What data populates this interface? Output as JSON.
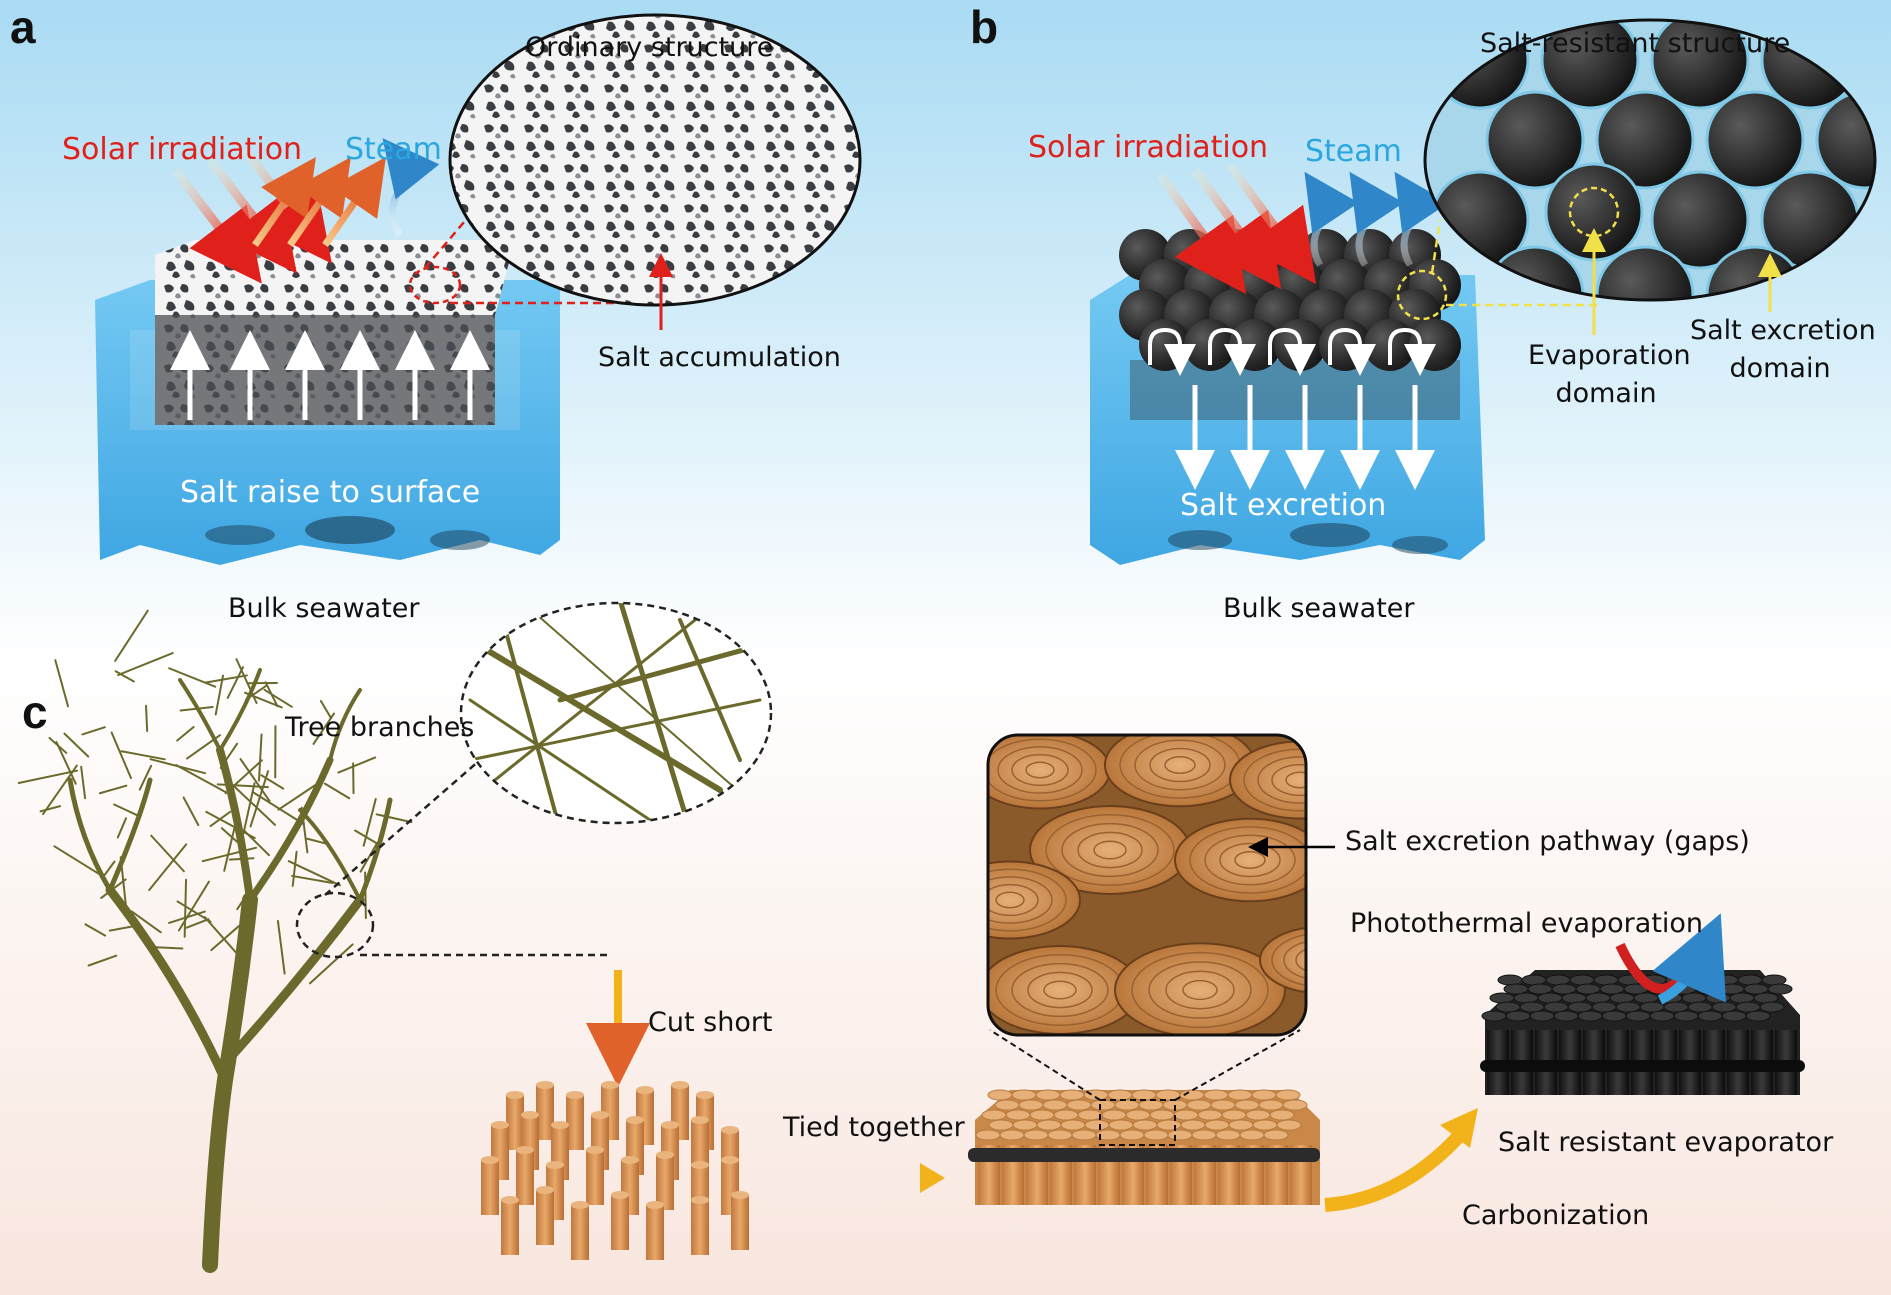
{
  "panel_a": {
    "letter": "a",
    "title": "Ordinary structure",
    "solar": "Solar irradiation",
    "steam": "Steam",
    "salt_accumulation": "Salt accumulation",
    "salt_raise": "Salt raise to surface",
    "bulk": "Bulk seawater"
  },
  "panel_b": {
    "letter": "b",
    "title": "Salt-resistant structure",
    "solar": "Solar irradiation",
    "steam": "Steam",
    "evaporation_domain_1": "Evaporation",
    "evaporation_domain_2": "domain",
    "salt_excretion_domain_1": "Salt excretion",
    "salt_excretion_domain_2": "domain",
    "salt_excretion": "Salt excretion",
    "bulk": "Bulk seawater"
  },
  "panel_c": {
    "letter": "c",
    "tree_branches": "Tree branches",
    "cut_short": "Cut short",
    "tied_together": "Tied together",
    "pathway": "Salt excretion pathway (gaps)",
    "photothermal": "Photothermal evaporation",
    "evaporator": "Salt resistant evaporator",
    "carbonization": "Carbonization"
  },
  "colors": {
    "sky_top": "#bfe4f5",
    "sky_bottom": "#ffffff",
    "water": "#4ab4ec",
    "solar": "#e0201a",
    "steam": "#2aa6e0",
    "wood": "#d9955a",
    "carbon": "#1c1c1c",
    "accent_yellow": "#f2b31a"
  }
}
